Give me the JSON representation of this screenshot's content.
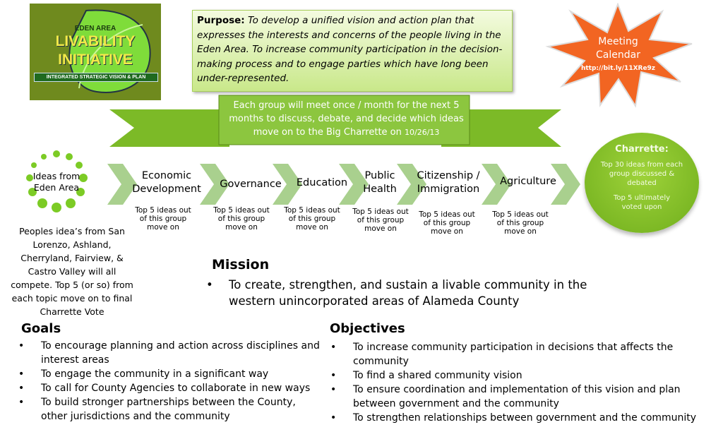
{
  "logo": {
    "line1": "EDEN AREA",
    "line2": "Livability",
    "line3": "Initiative",
    "line4": "Integrated Strategic Vision & Plan"
  },
  "purpose": {
    "label": "Purpose:",
    "text": "To develop a unified vision and action plan that expresses the interests and concerns of the people living in the Eden Area. To increase community participation in the decision-making process and to engage parties which have long been under-represented."
  },
  "calendar": {
    "line1": "Meeting",
    "line2": "Calendar",
    "url": "http://bit.ly/11XRe9z",
    "color": "#f26522"
  },
  "banner": {
    "text": "Each group will meet once / month for the next 5 months to discuss, debate, and decide which ideas move on to the Big Charrette on",
    "date": "10/26/13"
  },
  "ideas": {
    "label": "Ideas from Eden Area",
    "description": "Peoples idea’s  from San Lorenzo, Ashland, Cherryland, Fairview, & Castro Valley will all compete. Top 5 (or so) from each topic move on to final Charrette Vote"
  },
  "steps": [
    {
      "label": "Economic Development",
      "note": "Top 5 ideas out of this group move on"
    },
    {
      "label": "Governance",
      "note": "Top 5 ideas out of this group move on"
    },
    {
      "label": "Education",
      "note": "Top 5 ideas out of this group move on"
    },
    {
      "label": "Public Health",
      "note": "Top 5 ideas out of this group move on"
    },
    {
      "label": "Citizenship / Immigration",
      "note": "Top 5 ideas out of this group move on"
    },
    {
      "label": "Agriculture",
      "note": "Top 5 ideas out of this group move on"
    }
  ],
  "charrette": {
    "title": "Charrette:",
    "line1": "Top 30 ideas from each group discussed & debated",
    "line2": "Top 5 ultimately voted upon"
  },
  "mission": {
    "title": "Mission",
    "items": [
      "To create, strengthen, and sustain a livable community in the western unincorporated areas of Alameda County"
    ]
  },
  "goals": {
    "title": "Goals",
    "items": [
      "To encourage planning and action across disciplines and interest areas",
      "To engage the community in a significant way",
      "To call for County Agencies to collaborate in new ways",
      "To build stronger partnerships between the County, other jurisdictions and the community"
    ]
  },
  "objectives": {
    "title": "Objectives",
    "items": [
      "To increase community participation in decisions that affects the community",
      "To find a shared community vision",
      "To ensure coordination and implementation of this vision and plan between government and the community",
      "To strengthen relationships between government and the community"
    ]
  }
}
